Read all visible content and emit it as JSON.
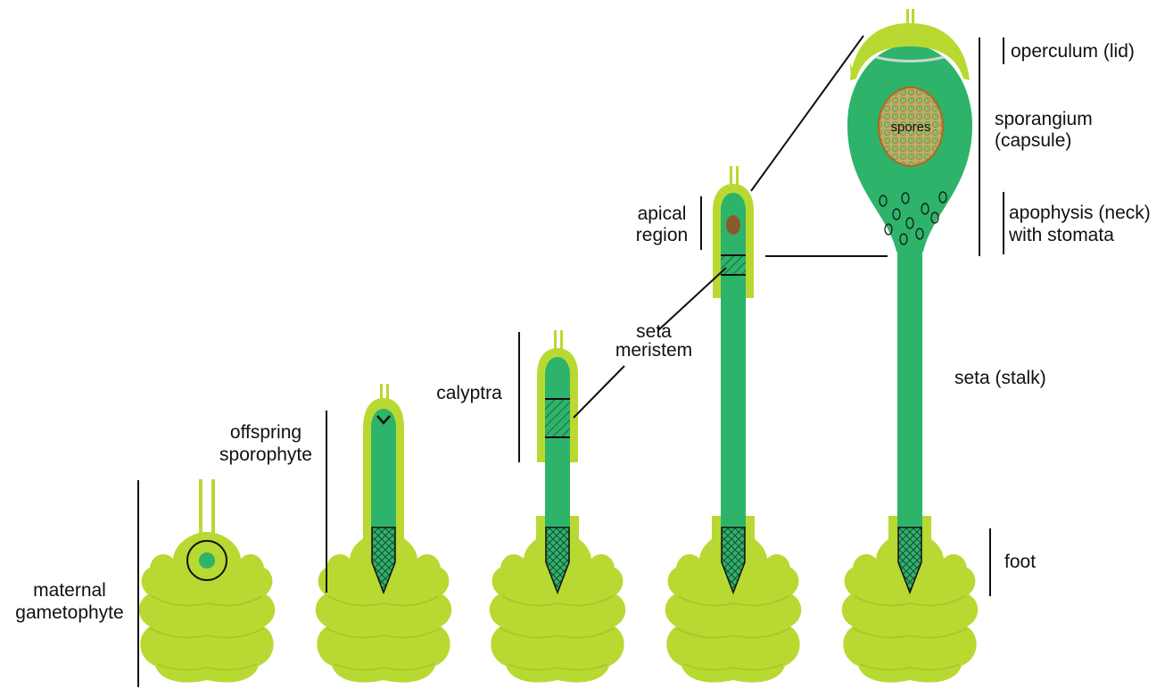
{
  "colors": {
    "gametophyte": "#b8d932",
    "gametophyte_shade": "#a6c92a",
    "sporophyte": "#2eb36a",
    "calyptra": "#b8d932",
    "spore_mass": "#b9b06a",
    "spore_outline": "#b5651d",
    "apical_dot": "#8b5a2b",
    "line": "#111111"
  },
  "labels": {
    "maternal_gametophyte": [
      "maternal",
      "gametophyte"
    ],
    "offspring_sporophyte": [
      "offspring",
      "sporophyte"
    ],
    "calyptra": "calyptra",
    "seta_meristem": [
      "seta",
      "meristem"
    ],
    "apical_region": [
      "apical",
      "region"
    ],
    "operculum": "operculum (lid)",
    "sporangium": [
      "sporangium",
      "(capsule)"
    ],
    "spores": "spores",
    "apophysis": [
      "apophysis (neck)",
      "with stomata"
    ],
    "seta": "seta (stalk)",
    "foot": "foot"
  }
}
